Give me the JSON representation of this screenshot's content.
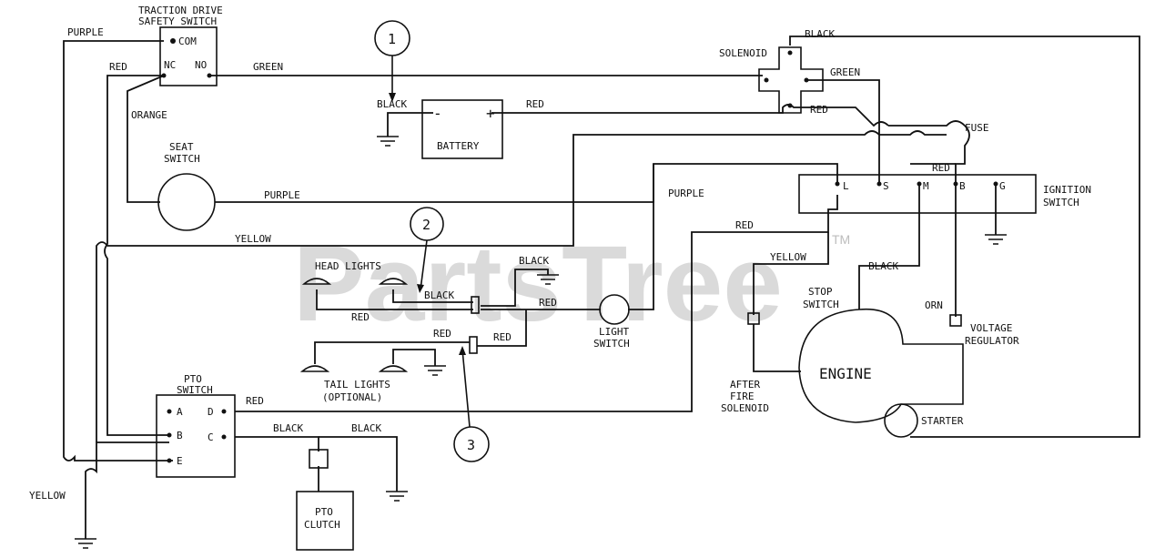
{
  "watermark": {
    "text": "PartsTree",
    "tm": "TM"
  },
  "components": {
    "traction_switch": {
      "title_line1": "TRACTION DRIVE",
      "title_line2": "SAFETY SWITCH",
      "com": "COM",
      "nc": "NC",
      "no": "NO"
    },
    "seat_switch": {
      "line1": "SEAT",
      "line2": "SWITCH"
    },
    "battery": {
      "label": "BATTERY",
      "neg": "-",
      "pos": "+"
    },
    "solenoid": {
      "label": "SOLENOID"
    },
    "fuse": {
      "label": "FUSE"
    },
    "ignition_switch": {
      "line1": "IGNITION",
      "line2": "SWITCH",
      "terminals": [
        "L",
        "S",
        "M",
        "B",
        "G"
      ]
    },
    "head_lights": {
      "label": "HEAD LIGHTS"
    },
    "tail_lights": {
      "line1": "TAIL LIGHTS",
      "line2": "(OPTIONAL)"
    },
    "light_switch": {
      "line1": "LIGHT",
      "line2": "SWITCH"
    },
    "pto_switch": {
      "line1": "PTO",
      "line2": "SWITCH",
      "terminals": [
        "A",
        "B",
        "E",
        "D",
        "C"
      ]
    },
    "pto_clutch": {
      "line1": "PTO",
      "line2": "CLUTCH"
    },
    "stop_switch": {
      "line1": "STOP",
      "line2": "SWITCH"
    },
    "after_fire_solenoid": {
      "line1": "AFTER",
      "line2": "FIRE",
      "line3": "SOLENOID"
    },
    "engine": {
      "label": "ENGINE"
    },
    "starter": {
      "label": "STARTER"
    },
    "voltage_regulator": {
      "line1": "VOLTAGE",
      "line2": "REGULATOR"
    }
  },
  "wire_labels": {
    "purple_top": "PURPLE",
    "red_nc": "RED",
    "green_no": "GREEN",
    "orange": "ORANGE",
    "black_battery": "BLACK",
    "red_battery": "RED",
    "black_solenoid": "BLACK",
    "green_solenoid": "GREEN",
    "red_solenoid": "RED",
    "red_fuse": "RED",
    "purple_seat": "PURPLE",
    "purple_vertical": "PURPLE",
    "yellow_mid": "YELLOW",
    "red_ignition": "RED",
    "yellow_ignition": "YELLOW",
    "black_stop": "BLACK",
    "orn_regulator": "ORN",
    "black_headlight_ground": "BLACK",
    "black_headlight": "BLACK",
    "red_headlight": "RED",
    "red_light_switch": "RED",
    "red_tail": "RED",
    "red_tail_conn": "RED",
    "red_pto_d": "RED",
    "black_pto_c": "BLACK",
    "black_clutch": "BLACK",
    "yellow_bottom": "YELLOW"
  },
  "callouts": [
    "1",
    "2",
    "3"
  ]
}
